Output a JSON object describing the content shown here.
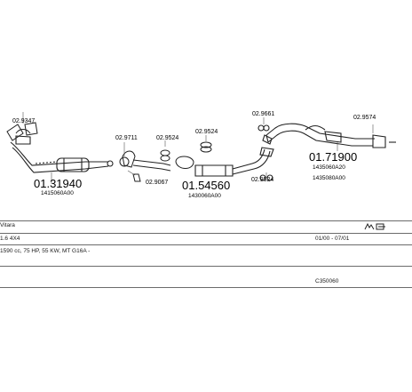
{
  "diagram": {
    "muffler_front": {
      "number": "01.31940",
      "oe": "1415060A00"
    },
    "muffler_middle": {
      "number": "01.54560",
      "oe": "1430060A00"
    },
    "muffler_rear": {
      "number": "01.71900",
      "oe_1": "1435060A20",
      "oe_2": "1435080A00"
    },
    "labels": {
      "front_gasket": "02.9347",
      "clamp_a": "02.9711",
      "clamp_b": "02.9524",
      "clamp_c": "02.9524",
      "clamp_d": "02.9067",
      "clamp_e": "02.9524",
      "hanger_rear": "02.9661",
      "clamp_rear": "02.9574"
    }
  },
  "vehicle": {
    "model": "Vitara",
    "engine": "1.6 4X4",
    "spec": "1590 cc, 75 HP, 55 KW, MT G16A -",
    "years": "01/00 - 07/01",
    "kit_code": "C350060"
  },
  "icons": [
    "exhaust-kit-icon",
    "fitting-parts-icon"
  ]
}
